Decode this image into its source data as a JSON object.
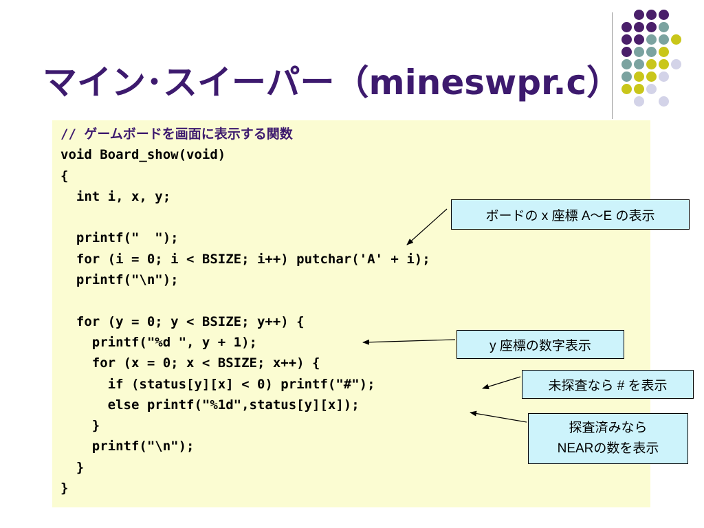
{
  "slide": {
    "title": "マイン･スイーパー（mineswpr.c）",
    "code_lines": [
      "// ゲームボードを画面に表示する関数",
      "void Board_show(void)",
      "{",
      "  int i, x, y;",
      "",
      "  printf(\"  \");",
      "  for (i = 0; i < BSIZE; i++) putchar('A' + i);",
      "  printf(\"\\n\");",
      "",
      "  for (y = 0; y < BSIZE; y++) {",
      "    printf(\"%d \", y + 1);",
      "    for (x = 0; x < BSIZE; x++) {",
      "      if (status[y][x] < 0) printf(\"#\");",
      "      else printf(\"%1d\",status[y][x]);",
      "    }",
      "    printf(\"\\n\");",
      "  }",
      "}"
    ],
    "callouts": {
      "board_x": "ボードの x 座標 A～E の表示",
      "y_coord": "y 座標の数字表示",
      "unexplored": "未探査なら # を表示",
      "explored_line1": "探査済みなら",
      "explored_line2": "NEARの数を表示"
    }
  },
  "colors": {
    "title": "#3d1a6e",
    "code_background": "#fbfcd2",
    "callout_background": "#cdf3fb",
    "dot_purple": "#4a1f6a",
    "dot_teal": "#7ba3a0",
    "dot_yellow": "#c9c61a",
    "dot_lavender": "#d3d3e8"
  },
  "decoration": {
    "dot_grid": [
      [
        "",
        "purple",
        "purple",
        "purple",
        "",
        ""
      ],
      [
        "purple",
        "purple",
        "purple",
        "teal",
        "",
        ""
      ],
      [
        "purple",
        "purple",
        "teal",
        "teal",
        "yellow",
        ""
      ],
      [
        "purple",
        "teal",
        "teal",
        "yellow",
        "",
        ""
      ],
      [
        "teal",
        "teal",
        "yellow",
        "yellow",
        "lavender",
        ""
      ],
      [
        "teal",
        "yellow",
        "yellow",
        "lavender",
        "",
        ""
      ],
      [
        "yellow",
        "yellow",
        "lavender",
        "",
        "",
        ""
      ],
      [
        "",
        "lavender",
        "",
        "lavender",
        "",
        ""
      ]
    ]
  }
}
